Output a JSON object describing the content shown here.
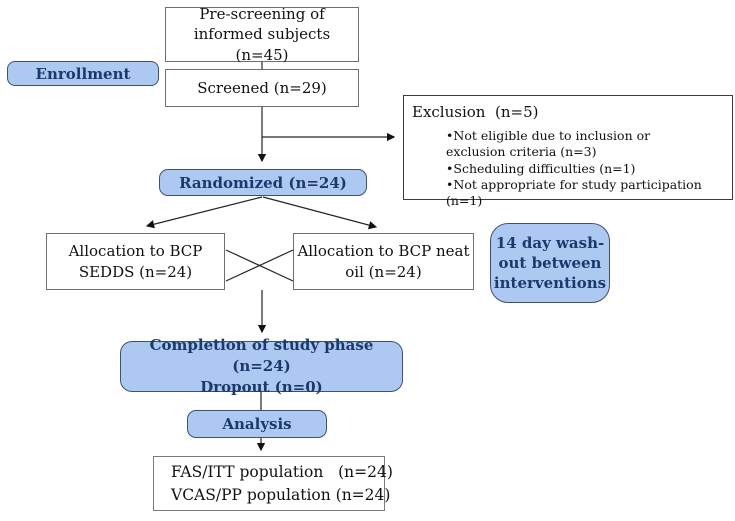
{
  "colors": {
    "blue_fill": "#aec9f1",
    "blue_border": "#3f516e",
    "blue_text": "#1b3a6b",
    "line": "#262626",
    "white_box_border": "#6e6e6e"
  },
  "nodes": {
    "prescreening": {
      "text": "Pre-screening of\ninformed subjects (n=45)"
    },
    "screened": {
      "text": "Screened (n=29)"
    },
    "enrollment": {
      "label": "Enrollment"
    },
    "exclusion": {
      "title": "Exclusion  (n=5)",
      "items": [
        "Not eligible due to inclusion or exclusion criteria (n=3)",
        "Scheduling difficulties (n=1)",
        "Not appropriate for study participation (n=1)"
      ]
    },
    "randomized": {
      "label": "Randomized (n=24)"
    },
    "alloc_sedds": {
      "text": "Allocation to BCP\nSEDDS (n=24)"
    },
    "alloc_neat": {
      "text": "Allocation to BCP neat\noil (n=24)"
    },
    "washout": {
      "text": "14 day wash-\nout between\ninterventions"
    },
    "completion": {
      "text": "Completion of study phase (n=24)\nDropout (n=0)"
    },
    "analysis": {
      "label": "Analysis"
    },
    "population": {
      "text": "FAS/ITT population   (n=24)\nVCAS/PP population (n=24)"
    }
  }
}
